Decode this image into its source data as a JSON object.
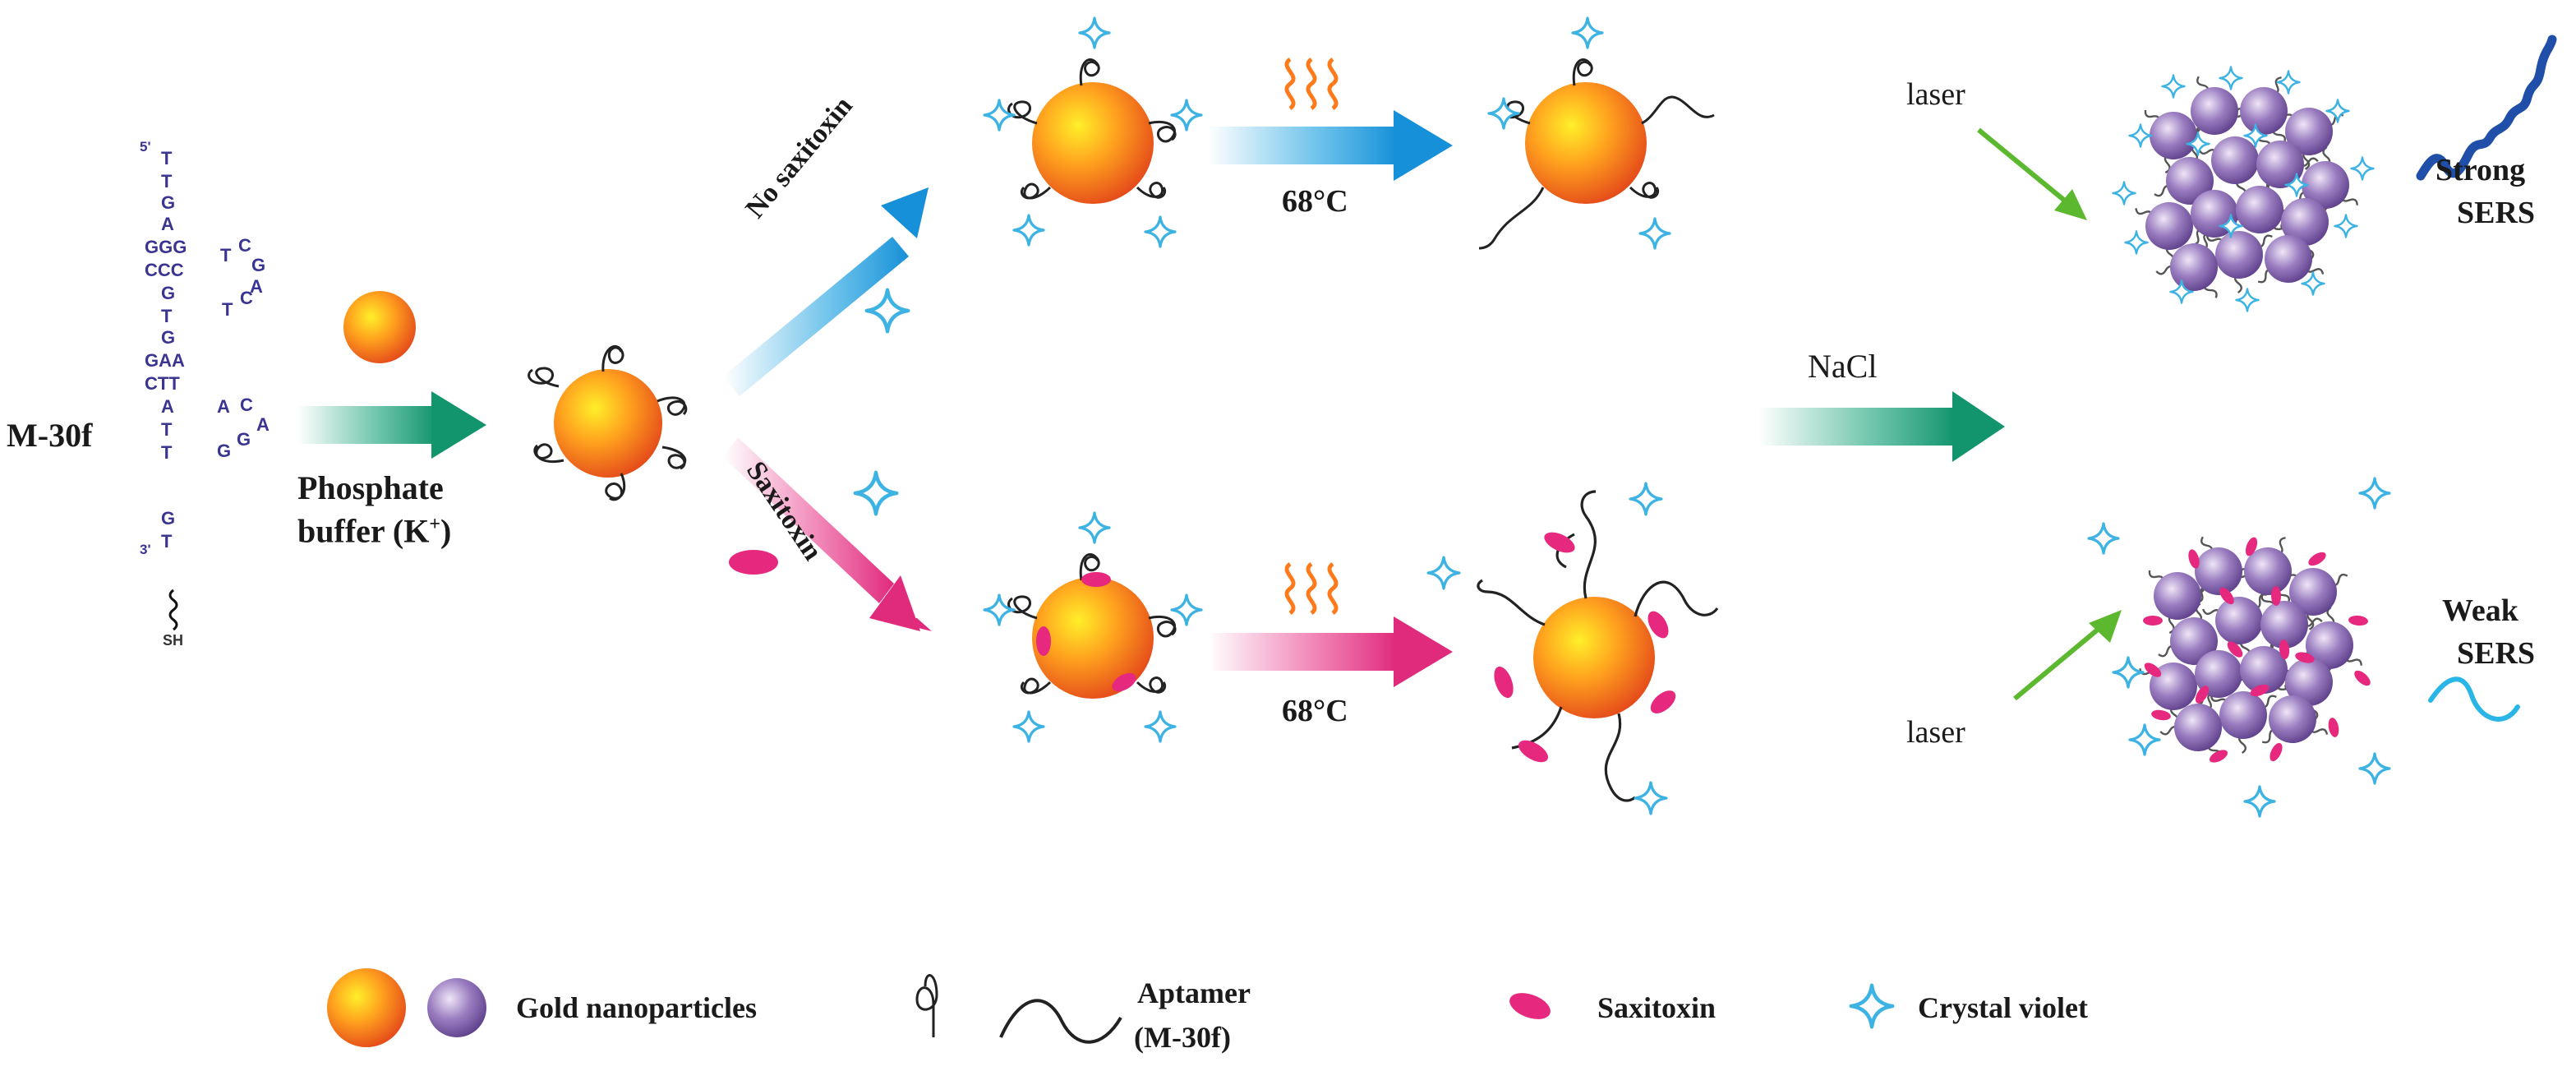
{
  "labels": {
    "m30f": "M-30f",
    "phosphate_line1": "Phosphate",
    "phosphate_line2": "buffer (K",
    "phosphate_sup": "+",
    "phosphate_end": ")",
    "no_saxitoxin": "No saxitoxin",
    "saxitoxin": "Saxitoxin",
    "temp_top": "68",
    "temp_bottom": "68",
    "temp_unit": "°C",
    "nacl": "NaCl",
    "laser_top": "laser",
    "laser_bottom": "laser",
    "strong_line1": "Strong",
    "strong_line2": "SERS",
    "weak_line1": "Weak",
    "weak_line2": "SERS"
  },
  "sequence": {
    "five_prime": "5'",
    "three_prime": "3'",
    "sh": "SH",
    "stem": [
      "T",
      "T",
      "G",
      "A",
      "GGG",
      "CCC",
      "G",
      "T",
      "G",
      "GAA",
      "CTT",
      "A",
      "T",
      "T",
      "G",
      "T"
    ],
    "loop_top": [
      "T",
      "C",
      "G",
      "A",
      "T",
      "C"
    ],
    "loop_bottom": [
      "A",
      "C",
      "A",
      "G",
      "G"
    ]
  },
  "legend": {
    "gold": "Gold nanoparticles",
    "aptamer_line1": "Aptamer",
    "aptamer_line2": "(M-30f)",
    "saxitoxin": "Saxitoxin",
    "crystal_violet": "Crystal violet"
  },
  "colors": {
    "gold_core": "#ffe600",
    "gold_mid": "#ff9a1f",
    "gold_edge": "#e8541a",
    "purple": "#8c6bb1",
    "saxitoxin": "#e6287e",
    "crystal_violet": "#3db3e3",
    "arrow_green": "#1aa37a",
    "arrow_blue": "#1aa0e0",
    "arrow_pink": "#e83a8a",
    "heat": "#ff7a1a",
    "laser": "#5cb82e",
    "strong_wave": "#1f4fa8",
    "weak_wave": "#29b6e6",
    "sequence": "#3a3590"
  }
}
